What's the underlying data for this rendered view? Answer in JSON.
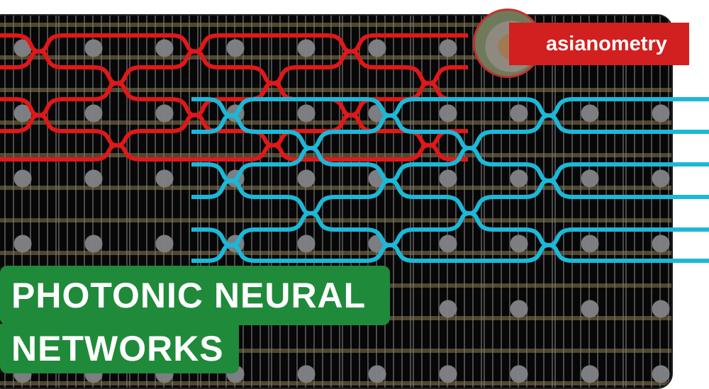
{
  "title": {
    "line1": "PHOTONIC NEURAL",
    "line2": "NETWORKS"
  },
  "brand": {
    "name": "asianometry"
  },
  "colors": {
    "red_mesh": "#e01818",
    "cyan_mesh": "#1cb8d8",
    "title_bg": "#1f8a3a",
    "brand_bg": "#d21f1f"
  }
}
